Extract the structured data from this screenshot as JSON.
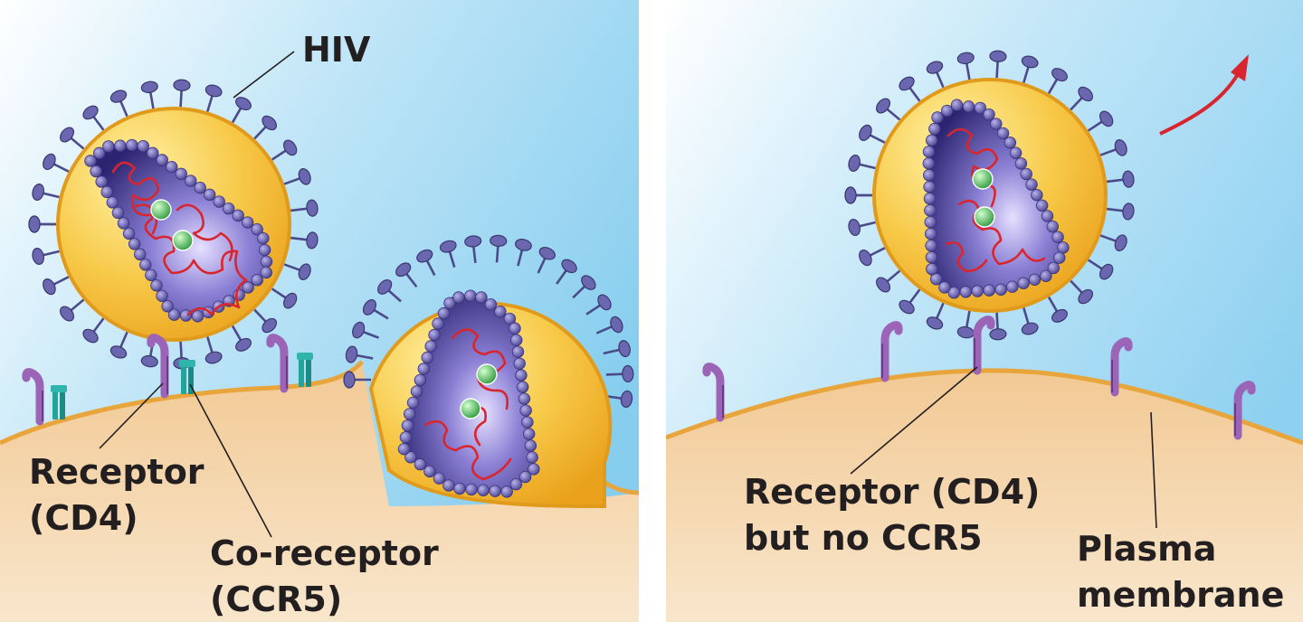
{
  "labels": {
    "hiv": "HIV",
    "receptor_line1": "Receptor",
    "receptor_line2": "(CD4)",
    "coreceptor_line1": "Co-receptor",
    "coreceptor_line2": "(CCR5)",
    "receptor_no_ccr5_line1": "Receptor (CD4)",
    "receptor_no_ccr5_line2": "but no CCR5",
    "plasma_line1": "Plasma",
    "plasma_line2": "membrane"
  },
  "colors": {
    "sky_light": "#e6f4fb",
    "sky": "#8dd0f0",
    "cell_top": "#f3cf9e",
    "cell_bottom": "#f7e2c4",
    "membrane": "#e8a53b",
    "envelope": "#f2b630",
    "capsid_dark": "#2d2670",
    "capsid_light": "#c9bff0",
    "bead": "#6a63b0",
    "spike": "#5a5a9c",
    "rna": "#d9262e",
    "enzyme": "#3cb04a",
    "cd4": "#9b64b6",
    "ccr5": "#2aa29a",
    "arrow": "#d9262e"
  }
}
